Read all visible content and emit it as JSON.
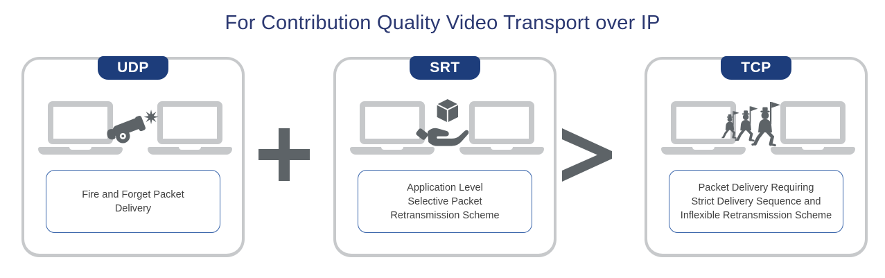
{
  "title": "For Contribution Quality Video Transport over IP",
  "operators": {
    "plus": "+",
    "greater_than": ">"
  },
  "colors": {
    "badge_navy": "#1d3d7b",
    "title_navy": "#2b3871",
    "icon_gray": "#5d6367",
    "laptop_gray": "#c6c8ca",
    "card_border_gray": "#c7c9cb",
    "textbox_border_blue": "#3864aa",
    "body_text_gray": "#3f3f3f"
  },
  "cards": [
    {
      "protocol": "UDP",
      "badge": "UDP",
      "icon": "cannon-icon",
      "description": "Fire and Forget Packet Delivery",
      "lines": [
        "Fire and Forget Packet",
        "Delivery",
        ""
      ]
    },
    {
      "protocol": "SRT",
      "badge": "SRT",
      "icon": "hand-holding-box-icon",
      "description": "Application Level Selective Packet Retransmission Scheme",
      "lines": [
        "Application Level",
        "Selective Packet",
        "Retransmission Scheme"
      ]
    },
    {
      "protocol": "TCP",
      "badge": "TCP",
      "icon": "marching-soldiers-icon",
      "description": "Packet Delivery Requiring Strict Delivery Sequence and Inflexible Retransmission Scheme",
      "lines": [
        "Packet Delivery Requiring",
        "Strict Delivery Sequence and",
        "Inflexible Retransmission Scheme"
      ]
    }
  ]
}
